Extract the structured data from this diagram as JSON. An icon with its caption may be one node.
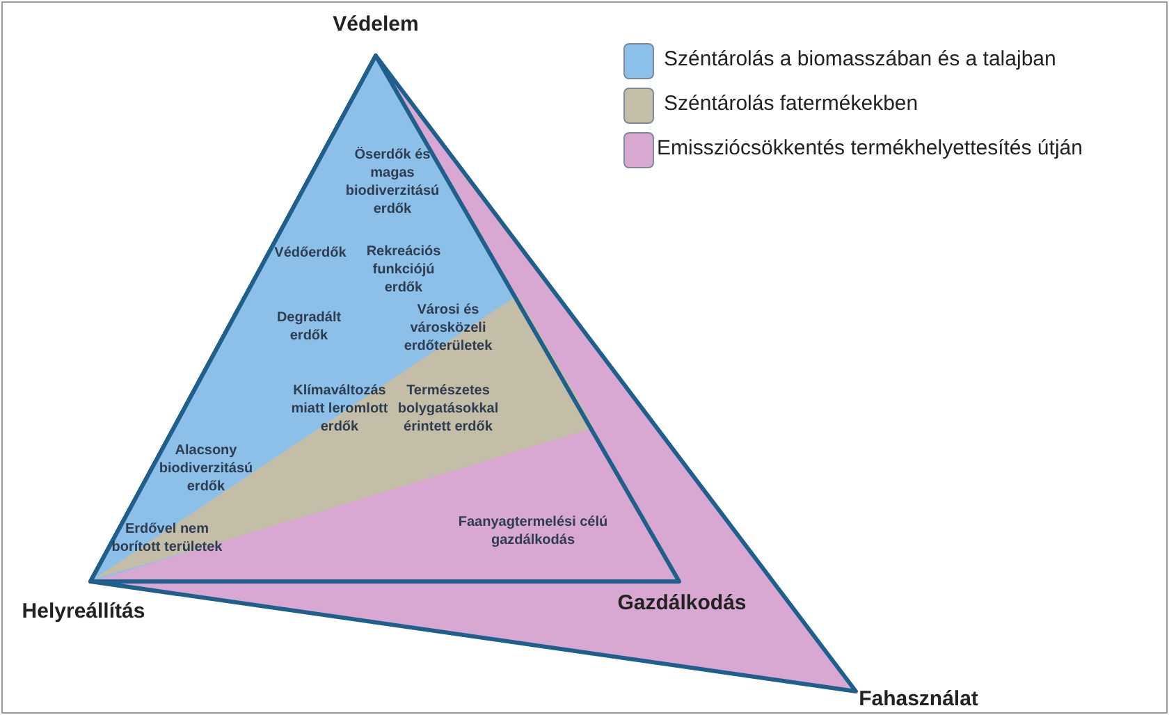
{
  "diagram": {
    "labels": [
      "Védelem",
      "Öserdők és magas biodiverzitású erdők",
      "Védőerdők",
      "Rekreációs funkciójú erdők",
      "Degradált erdők",
      "Városi és városközeli erdőterületek",
      "Klímaváltozás miatt leromlott erdők",
      "Természetes bolygatásokkal érintett erdők",
      "Alacsony biodiverzitású erdők",
      "Erdővel nem borított területek",
      "Faanyagtermelési célú gazdálkodás",
      "Helyreállítás",
      "Gazdálkodás",
      "Fahasználat"
    ],
    "legend": [
      {
        "text": "Széntárolás a biomasszában és a talajban",
        "color": "#8cc0e8"
      },
      {
        "text": "Széntárolás fatermékekben",
        "color": "#c4bea8"
      },
      {
        "text": "Emissziócsökkentés termékhelyettesítés útján",
        "color": "#d8a8d2"
      }
    ]
  }
}
